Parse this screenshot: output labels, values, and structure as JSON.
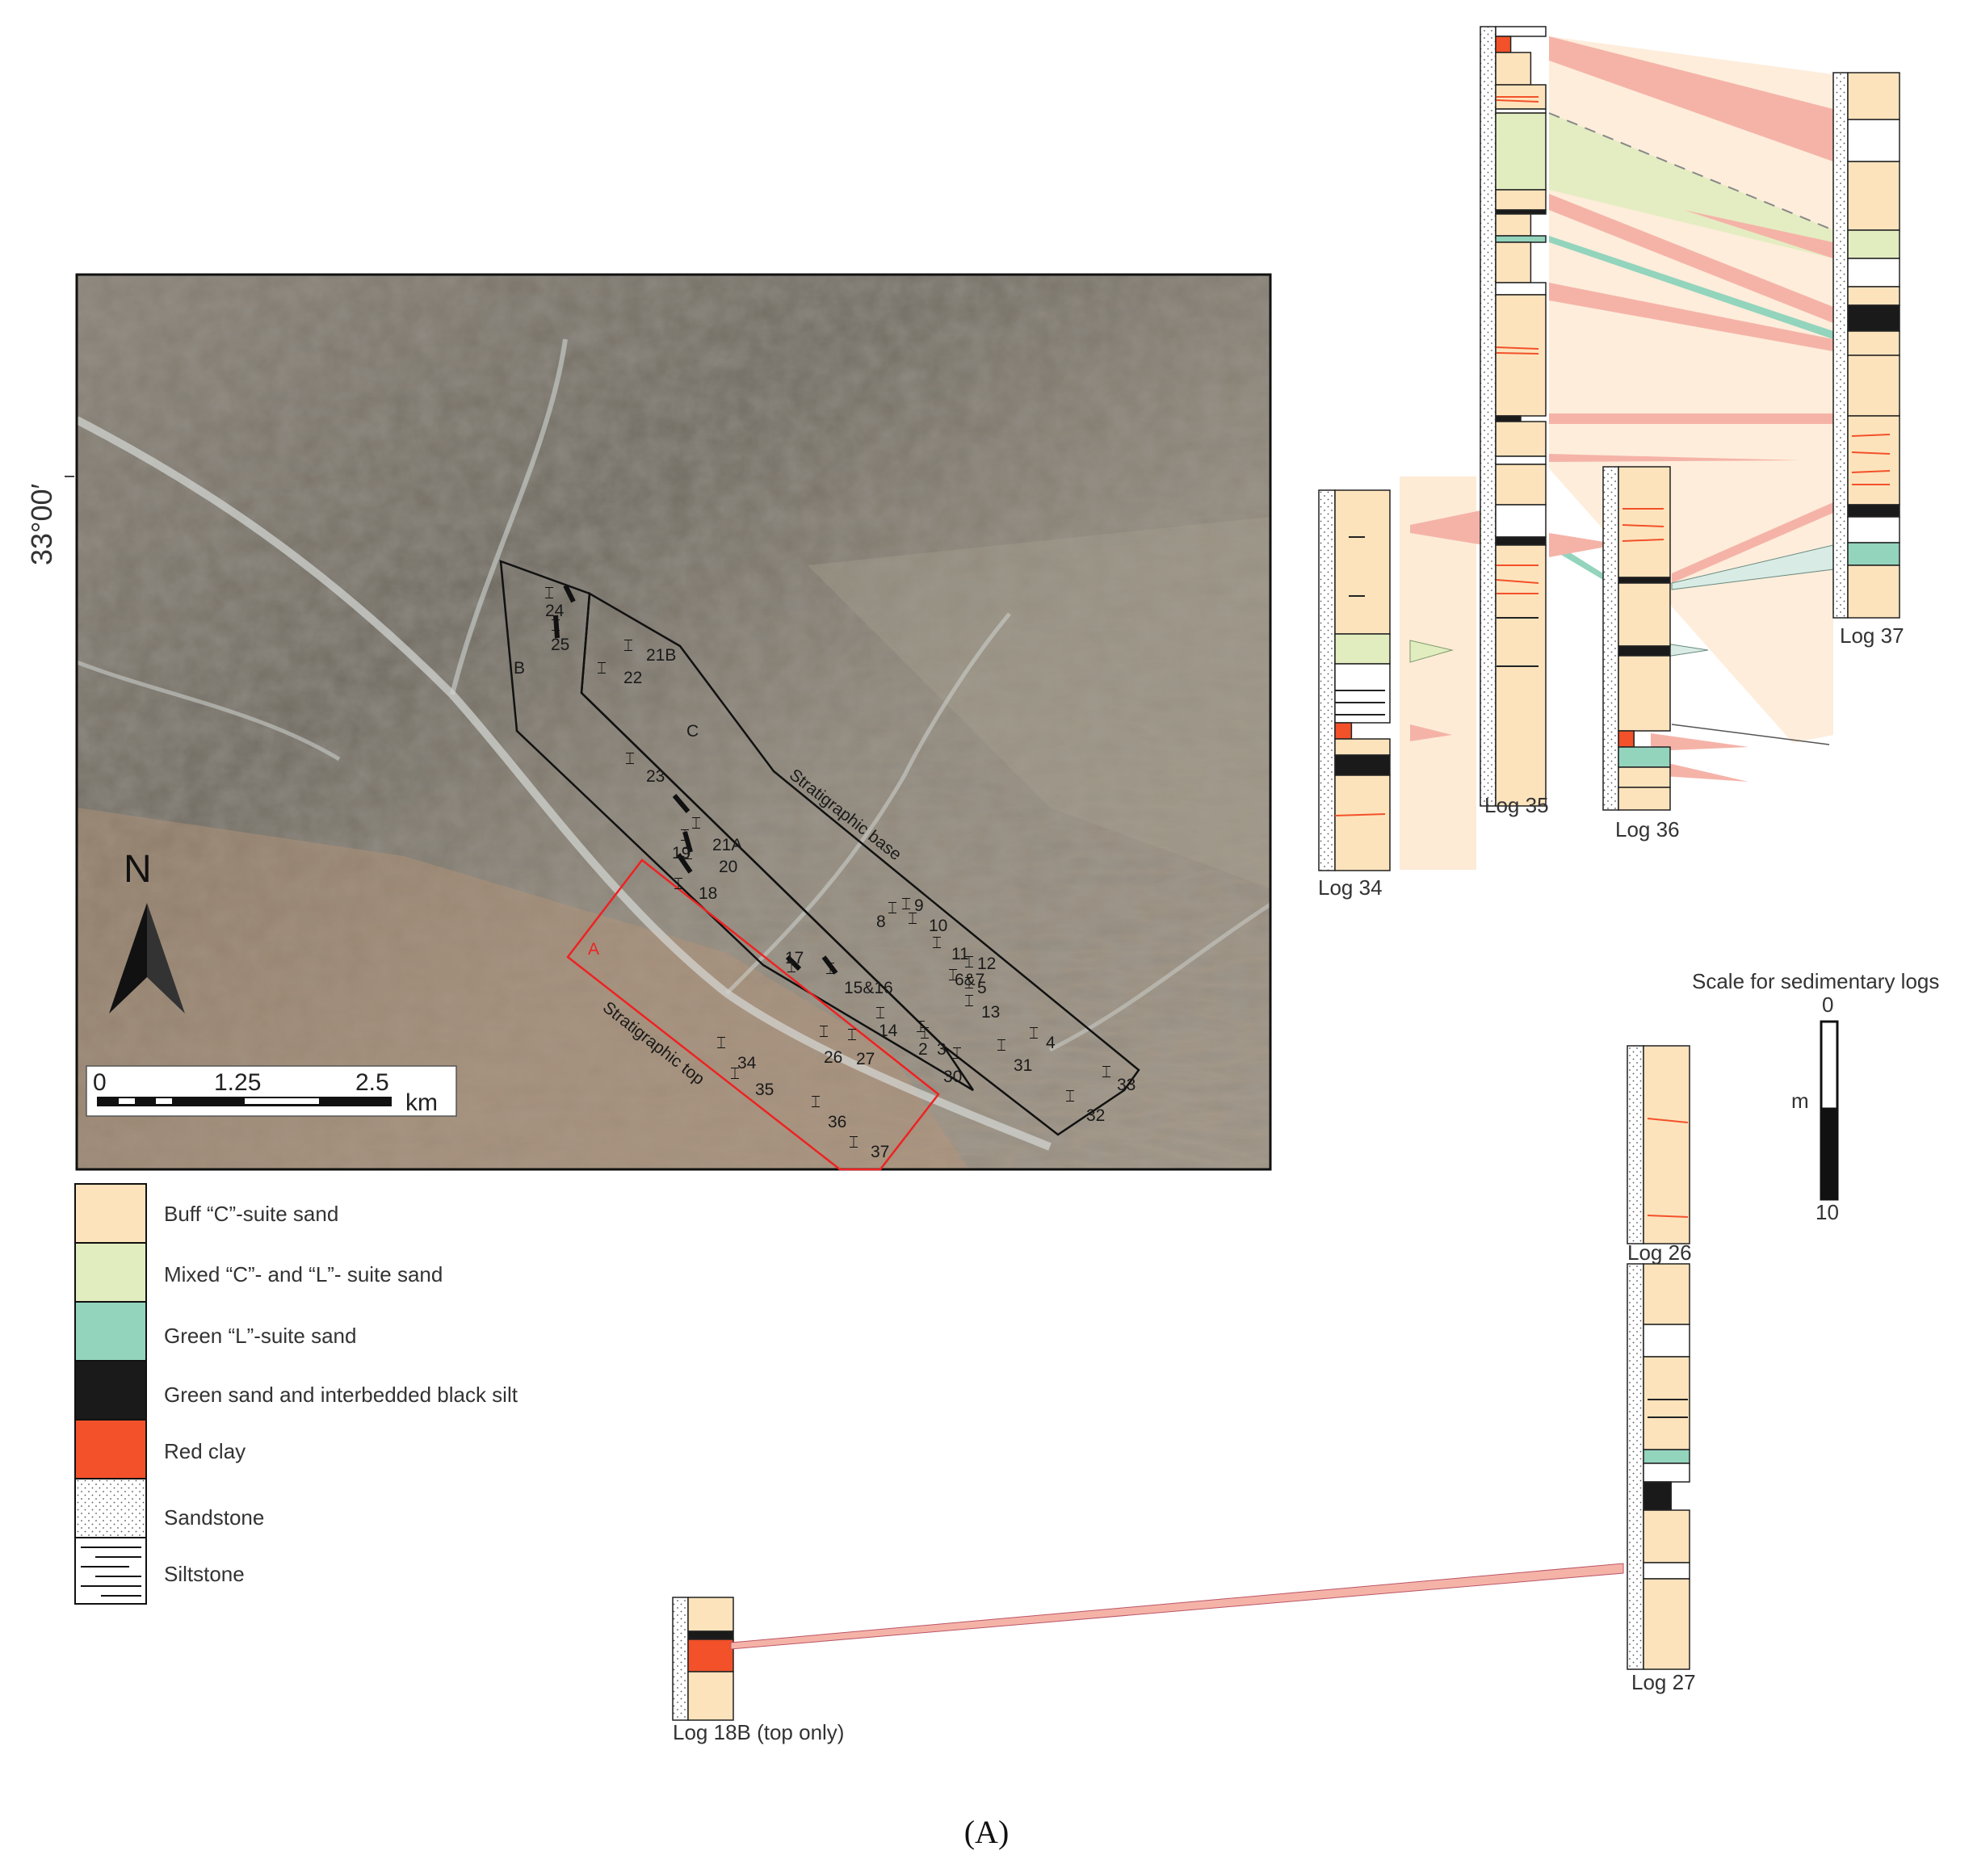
{
  "colors": {
    "buff_sand": "#fde3bc",
    "mixed_sand": "#e1ecbf",
    "green_sand": "#93d4bd",
    "black_silt": "#1a1a1a",
    "red_clay": "#f2512a",
    "pink_correlation": "#f5b3a8",
    "pale_fill": "#fde7cf",
    "polygon_black": "#111111",
    "polygon_red": "#ee2222"
  },
  "map": {
    "latitude_label": "33°00′",
    "north_label": "N",
    "scale": {
      "ticks": [
        "0",
        "1.25",
        "2.5"
      ],
      "unit": "km"
    },
    "areas": [
      "A",
      "B",
      "C"
    ],
    "annotations": [
      "Stratigraphic base",
      "Stratigraphic top"
    ],
    "log_sites": [
      "24",
      "25",
      "21B",
      "22",
      "23",
      "21A",
      "19",
      "20",
      "18",
      "8",
      "9",
      "10",
      "11",
      "12",
      "6&7",
      "5",
      "13",
      "17",
      "15&16",
      "14",
      "2",
      "3",
      "4",
      "31",
      "26",
      "27",
      "30",
      "33",
      "32",
      "34",
      "35",
      "36",
      "37"
    ]
  },
  "legend": [
    {
      "key": "buff",
      "label": "Buff “C”-suite sand"
    },
    {
      "key": "mixed",
      "label": "Mixed “C”- and “L”- suite sand"
    },
    {
      "key": "green",
      "label": "Green “L”-suite sand"
    },
    {
      "key": "black",
      "label": "Green sand and interbedded black silt"
    },
    {
      "key": "red",
      "label": "Red clay"
    },
    {
      "key": "sandstone",
      "label": "Sandstone"
    },
    {
      "key": "siltstone",
      "label": "Siltstone"
    }
  ],
  "logs": {
    "log34": "Log 34",
    "log35": "Log 35",
    "log36": "Log 36",
    "log37": "Log 37",
    "log26": "Log 26",
    "log27": "Log 27",
    "log18b": "Log 18B (top only)"
  },
  "log_scale": {
    "title": "Scale for sedimentary logs",
    "top": "0",
    "unit": "m",
    "bottom": "10"
  },
  "caption": "(A)"
}
